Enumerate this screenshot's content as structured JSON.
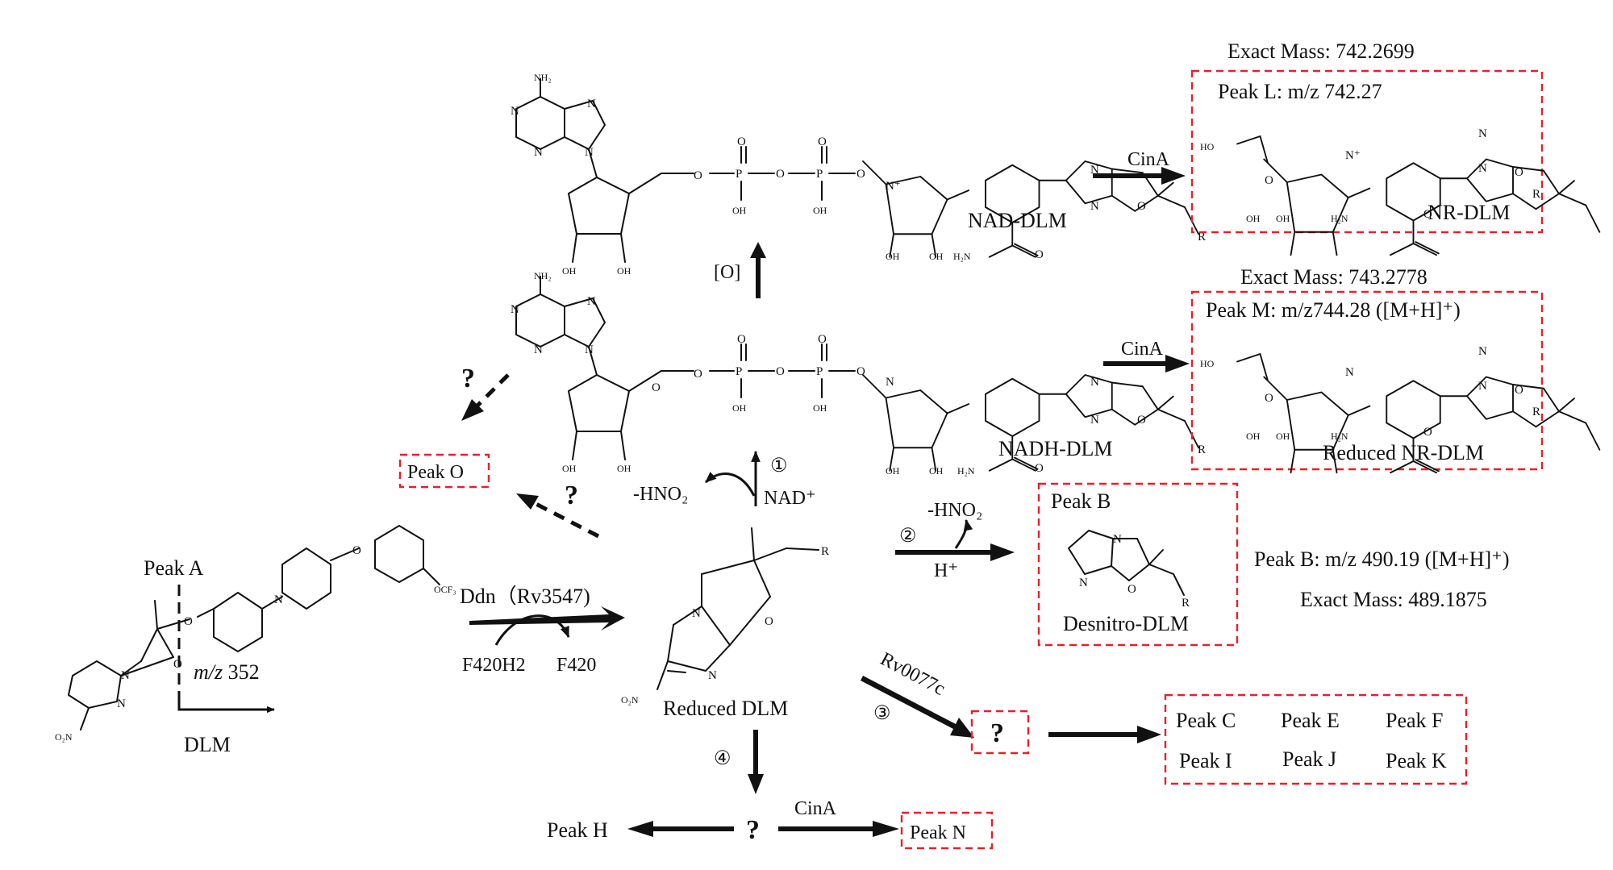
{
  "diagram": {
    "peak_a": "Peak A",
    "mz352": "m/z",
    "mz352_value": "352",
    "dlm": "DLM",
    "ddn": "Ddn（Rv3547)",
    "f420h2": "F420H2",
    "f420": "F420",
    "reduced_dlm": "Reduced DLM",
    "nad_plus": "NAD⁺",
    "hno2": "-HNO₂",
    "oxid": "[O]",
    "nad_dlm": "NAD-DLM",
    "nadh_dlm": "NADH-DLM",
    "cina": "CinA",
    "exact_l": "Exact Mass: 742.2699",
    "peak_l": "Peak L: m/z 742.27",
    "nr_dlm": "NR-DLM",
    "exact_m": "Exact Mass: 743.2778",
    "peak_m": "Peak M: m/z744.28 ([M+H]⁺)",
    "reduced_nr_dlm": "Reduced  NR-DLM",
    "peak_b_box": "Peak B",
    "desnitro": "Desnitro-DLM",
    "peak_b_mz": "Peak B: m/z 490.19  ([M+H]⁺)",
    "exact_b": "Exact Mass: 489.1875",
    "hplus": "H⁺",
    "rv0077c": "Rv0077c",
    "peak_o": "Peak O",
    "peak_h": "Peak H",
    "peak_n": "Peak N",
    "question": "?",
    "step1": "①",
    "step2": "②",
    "step3": "③",
    "step4": "④",
    "peaks_grid": [
      "Peak C",
      "Peak E",
      "Peak F",
      "Peak I",
      "Peak J",
      "Peak K"
    ],
    "atoms": {
      "nh2": "NH₂",
      "n": "N",
      "o": "O",
      "p": "P",
      "oh": "OH",
      "ho": "HO",
      "h2n": "H₂N",
      "r": "R",
      "nplus": "N⁺",
      "o2n": "O₂N",
      "ocf3": "OCF₃"
    }
  }
}
